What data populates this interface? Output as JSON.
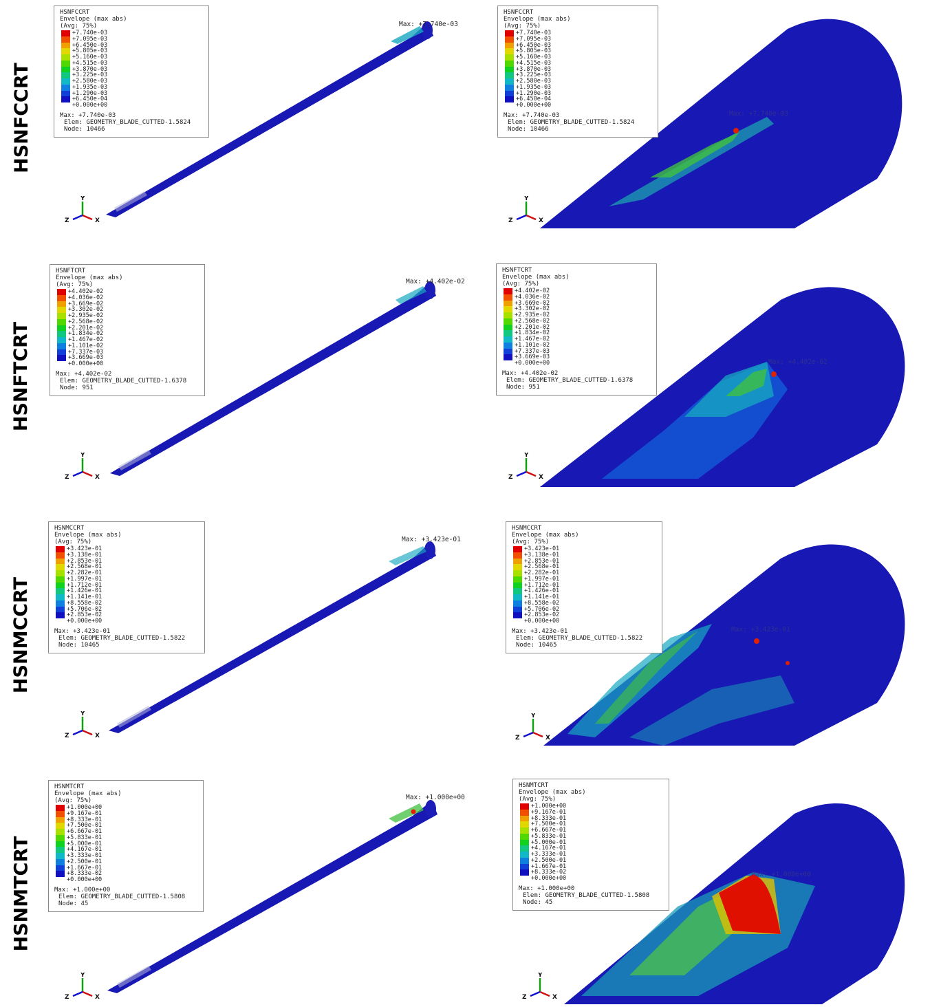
{
  "rows": [
    {
      "label": "HSNFCCRT",
      "variable": "HSNFCCRT",
      "envelope": "Envelope (max abs)",
      "avg": "(Avg: 75%)",
      "ticks": [
        "+7.740e-03",
        "+7.095e-03",
        "+6.450e-03",
        "+5.805e-03",
        "+5.160e-03",
        "+4.515e-03",
        "+3.870e-03",
        "+3.225e-03",
        "+2.580e-03",
        "+1.935e-03",
        "+1.290e-03",
        "+6.450e-04",
        "+0.000e+00"
      ],
      "max_line": "Max: +7.740e-03",
      "elem_line": "Elem: GEOMETRY_BLADE_CUTTED-1.5824",
      "node_line": "Node: 10466",
      "max_marker": "Max: +7.740e-03"
    },
    {
      "label": "HSNFTCRT",
      "variable": "HSNFTCRT",
      "envelope": "Envelope (max abs)",
      "avg": "(Avg: 75%)",
      "ticks": [
        "+4.402e-02",
        "+4.036e-02",
        "+3.669e-02",
        "+3.302e-02",
        "+2.935e-02",
        "+2.568e-02",
        "+2.201e-02",
        "+1.834e-02",
        "+1.467e-02",
        "+1.101e-02",
        "+7.337e-03",
        "+3.669e-03",
        "+0.000e+00"
      ],
      "max_line": "Max: +4.402e-02",
      "elem_line": "Elem: GEOMETRY_BLADE_CUTTED-1.6378",
      "node_line": "Node: 951",
      "max_marker": "Max: +4.402e-02"
    },
    {
      "label": "HSNMCCRT",
      "variable": "HSNMCCRT",
      "envelope": "Envelope (max abs)",
      "avg": "(Avg: 75%)",
      "ticks": [
        "+3.423e-01",
        "+3.138e-01",
        "+2.853e-01",
        "+2.568e-01",
        "+2.282e-01",
        "+1.997e-01",
        "+1.712e-01",
        "+1.426e-01",
        "+1.141e-01",
        "+8.558e-02",
        "+5.706e-02",
        "+2.853e-02",
        "+0.000e+00"
      ],
      "max_line": "Max: +3.423e-01",
      "elem_line": "Elem: GEOMETRY_BLADE_CUTTED-1.5822",
      "node_line": "Node: 10465",
      "max_marker": "Max: +3.423e-01"
    },
    {
      "label": "HSNMTCRT",
      "variable": "HSNMTCRT",
      "envelope": "Envelope (max abs)",
      "avg": "(Avg: 75%)",
      "ticks": [
        "+1.000e+00",
        "+9.167e-01",
        "+8.333e-01",
        "+7.500e-01",
        "+6.667e-01",
        "+5.833e-01",
        "+5.000e-01",
        "+4.167e-01",
        "+3.333e-01",
        "+2.500e-01",
        "+1.667e-01",
        "+8.333e-02",
        "+0.000e+00"
      ],
      "max_line": "Max: +1.000e+00",
      "elem_line": "Elem: GEOMETRY_BLADE_CUTTED-1.5808",
      "node_line": "Node: 45",
      "max_marker": "Max: +1.000e+00"
    }
  ],
  "triad_axes": {
    "x": "X",
    "y": "Y",
    "z": "Z"
  },
  "colors": {
    "model_blue": "#1818b4",
    "legend_scale": [
      "#e00000",
      "#f05000",
      "#f0a000",
      "#e0d800",
      "#a8e000",
      "#50d800",
      "#10d020",
      "#10c880",
      "#10b8c8",
      "#1080e0",
      "#1040d8",
      "#1010c0"
    ]
  }
}
